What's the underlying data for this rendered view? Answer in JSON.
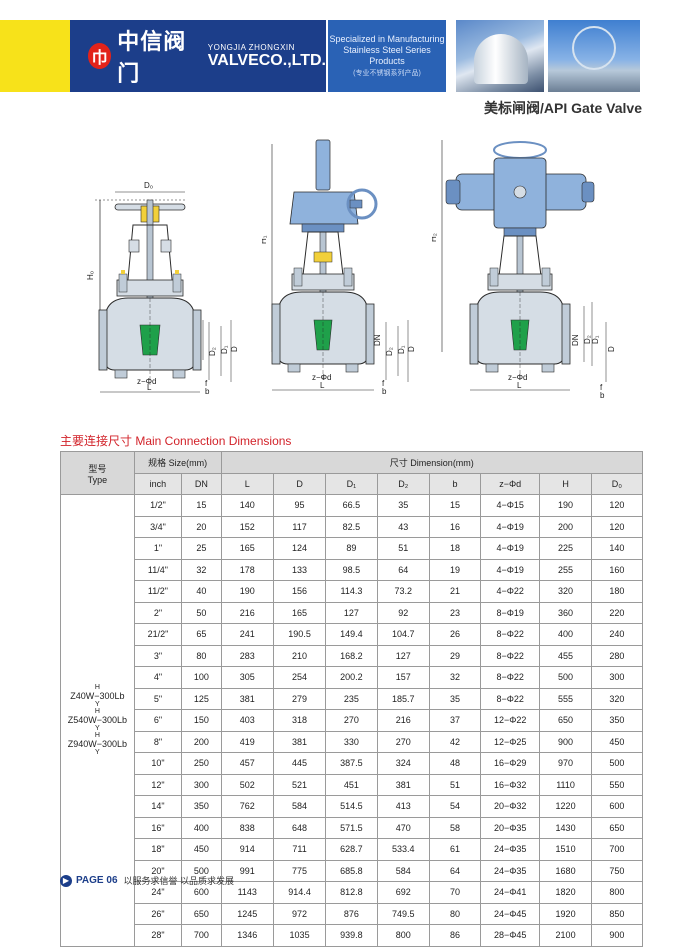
{
  "header": {
    "logo_mark": "巾",
    "logo_cn": "中信阀门",
    "logo_en_small": "YONGJIA ZHONGXIN",
    "logo_en_big": "VALVECO.,LTD.",
    "spec_line1": "Specialized in Manufacturing",
    "spec_line2": "Stainless Steel Series Products",
    "spec_cn": "(专业不锈钢系列产品)"
  },
  "title": "美标闸阀/API Gate Valve",
  "drawings": {
    "labels": {
      "D0": "D₀",
      "H0": "H₀",
      "H1": "H₁",
      "H2": "H₂",
      "DN": "DN",
      "D2": "D₂",
      "D1": "D₁",
      "D": "D",
      "zd": "z−Φd",
      "f": "f",
      "b": "b",
      "L": "L"
    },
    "colors": {
      "body": "#d5dde5",
      "handwheel_yellow": "#f2d03a",
      "seal_green": "#1fa04a",
      "actuator_blue": "#8fb2dc",
      "actuator_dark": "#6b90c2",
      "outline": "#2b2b2b"
    }
  },
  "section": {
    "title": "主要连接尺寸 Main Connection Dimensions"
  },
  "table": {
    "header": {
      "type_cn": "型号",
      "type_en": "Type",
      "size": "规格 Size(mm)",
      "dimension": "尺寸 Dimension(mm)",
      "cols": [
        "inch",
        "DN",
        "L",
        "D",
        "D₁",
        "D₂",
        "b",
        "z−Φd",
        "H",
        "D₀"
      ]
    },
    "type_models": [
      {
        "sup": "H",
        "name": "Z40W−300Lb",
        "sub": "Y"
      },
      {
        "sup": "H",
        "name": "Z540W−300Lb",
        "sub": "Y"
      },
      {
        "sup": "H",
        "name": "Z940W−300Lb",
        "sub": "Y"
      }
    ],
    "rows": [
      {
        "inch": "1/2\"",
        "dn": "15",
        "L": "140",
        "D": "95",
        "D1": "66.5",
        "D2": "35",
        "b": "15",
        "zd": "4−Φ15",
        "H": "190",
        "D0": "120"
      },
      {
        "inch": "3/4\"",
        "dn": "20",
        "L": "152",
        "D": "117",
        "D1": "82.5",
        "D2": "43",
        "b": "16",
        "zd": "4−Φ19",
        "H": "200",
        "D0": "120"
      },
      {
        "inch": "1\"",
        "dn": "25",
        "L": "165",
        "D": "124",
        "D1": "89",
        "D2": "51",
        "b": "18",
        "zd": "4−Φ19",
        "H": "225",
        "D0": "140"
      },
      {
        "inch": "11/4\"",
        "dn": "32",
        "L": "178",
        "D": "133",
        "D1": "98.5",
        "D2": "64",
        "b": "19",
        "zd": "4−Φ19",
        "H": "255",
        "D0": "160"
      },
      {
        "inch": "11/2\"",
        "dn": "40",
        "L": "190",
        "D": "156",
        "D1": "114.3",
        "D2": "73.2",
        "b": "21",
        "zd": "4−Φ22",
        "H": "320",
        "D0": "180"
      },
      {
        "inch": "2\"",
        "dn": "50",
        "L": "216",
        "D": "165",
        "D1": "127",
        "D2": "92",
        "b": "23",
        "zd": "8−Φ19",
        "H": "360",
        "D0": "220"
      },
      {
        "inch": "21/2\"",
        "dn": "65",
        "L": "241",
        "D": "190.5",
        "D1": "149.4",
        "D2": "104.7",
        "b": "26",
        "zd": "8−Φ22",
        "H": "400",
        "D0": "240"
      },
      {
        "inch": "3\"",
        "dn": "80",
        "L": "283",
        "D": "210",
        "D1": "168.2",
        "D2": "127",
        "b": "29",
        "zd": "8−Φ22",
        "H": "455",
        "D0": "280"
      },
      {
        "inch": "4\"",
        "dn": "100",
        "L": "305",
        "D": "254",
        "D1": "200.2",
        "D2": "157",
        "b": "32",
        "zd": "8−Φ22",
        "H": "500",
        "D0": "300"
      },
      {
        "inch": "5\"",
        "dn": "125",
        "L": "381",
        "D": "279",
        "D1": "235",
        "D2": "185.7",
        "b": "35",
        "zd": "8−Φ22",
        "H": "555",
        "D0": "320"
      },
      {
        "inch": "6\"",
        "dn": "150",
        "L": "403",
        "D": "318",
        "D1": "270",
        "D2": "216",
        "b": "37",
        "zd": "12−Φ22",
        "H": "650",
        "D0": "350"
      },
      {
        "inch": "8\"",
        "dn": "200",
        "L": "419",
        "D": "381",
        "D1": "330",
        "D2": "270",
        "b": "42",
        "zd": "12−Φ25",
        "H": "900",
        "D0": "450"
      },
      {
        "inch": "10\"",
        "dn": "250",
        "L": "457",
        "D": "445",
        "D1": "387.5",
        "D2": "324",
        "b": "48",
        "zd": "16−Φ29",
        "H": "970",
        "D0": "500"
      },
      {
        "inch": "12\"",
        "dn": "300",
        "L": "502",
        "D": "521",
        "D1": "451",
        "D2": "381",
        "b": "51",
        "zd": "16−Φ32",
        "H": "1110",
        "D0": "550"
      },
      {
        "inch": "14\"",
        "dn": "350",
        "L": "762",
        "D": "584",
        "D1": "514.5",
        "D2": "413",
        "b": "54",
        "zd": "20−Φ32",
        "H": "1220",
        "D0": "600"
      },
      {
        "inch": "16\"",
        "dn": "400",
        "L": "838",
        "D": "648",
        "D1": "571.5",
        "D2": "470",
        "b": "58",
        "zd": "20−Φ35",
        "H": "1430",
        "D0": "650"
      },
      {
        "inch": "18\"",
        "dn": "450",
        "L": "914",
        "D": "711",
        "D1": "628.7",
        "D2": "533.4",
        "b": "61",
        "zd": "24−Φ35",
        "H": "1510",
        "D0": "700"
      },
      {
        "inch": "20\"",
        "dn": "500",
        "L": "991",
        "D": "775",
        "D1": "685.8",
        "D2": "584",
        "b": "64",
        "zd": "24−Φ35",
        "H": "1680",
        "D0": "750"
      },
      {
        "inch": "24\"",
        "dn": "600",
        "L": "1143",
        "D": "914.4",
        "D1": "812.8",
        "D2": "692",
        "b": "70",
        "zd": "24−Φ41",
        "H": "1820",
        "D0": "800"
      },
      {
        "inch": "26\"",
        "dn": "650",
        "L": "1245",
        "D": "972",
        "D1": "876",
        "D2": "749.5",
        "b": "80",
        "zd": "24−Φ45",
        "H": "1920",
        "D0": "850"
      },
      {
        "inch": "28\"",
        "dn": "700",
        "L": "1346",
        "D": "1035",
        "D1": "939.8",
        "D2": "800",
        "b": "86",
        "zd": "28−Φ45",
        "H": "2100",
        "D0": "900"
      }
    ]
  },
  "footer": {
    "arrow": "▶",
    "page": "PAGE 06",
    "slogan": "以服务求信誉 以品质求发展"
  }
}
